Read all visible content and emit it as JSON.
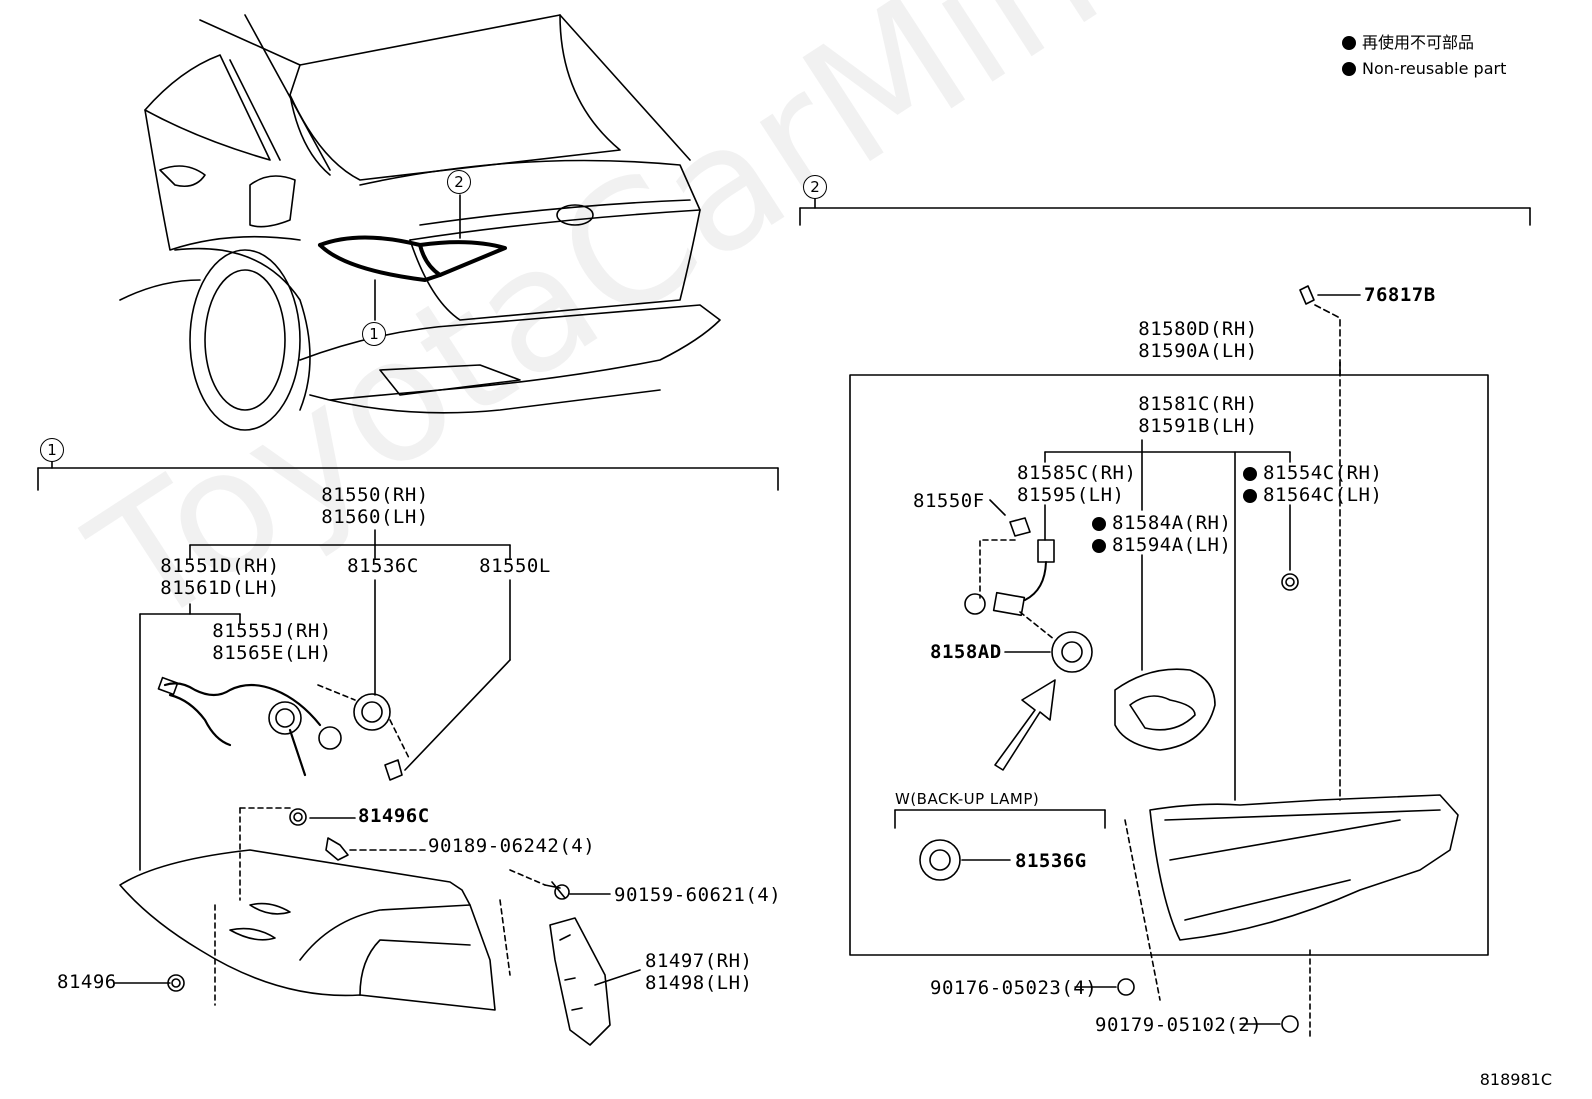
{
  "legend": {
    "jp": "再使用不可部品",
    "en": "Non-reusable part"
  },
  "watermark": "ToyotaCarMine.ru",
  "diagram_ref": "818981C",
  "section_markers": {
    "one": "1",
    "two": "2"
  },
  "section1": {
    "assembly": [
      "81550(RH)",
      "81560(LH)"
    ],
    "lamp_unit": [
      "81551D(RH)",
      "81561D(LH)"
    ],
    "socket": "81536C",
    "bulb": "81550L",
    "wire": [
      "81555J(RH)",
      "81565E(LH)"
    ],
    "nut": "81496C",
    "screw": "90189-06242(4)",
    "bolt": "90159-60621(4)",
    "clip": "81496",
    "bracket": [
      "81497(RH)",
      "81498(LH)"
    ]
  },
  "section2": {
    "cushion": "76817B",
    "assembly": [
      "81580D(RH)",
      "81590A(LH)"
    ],
    "lamp_unit": [
      "81581C(RH)",
      "81591B(LH)"
    ],
    "wire": [
      "81585C(RH)",
      "81595(LH)"
    ],
    "bulb": "81550F",
    "gasket": [
      "81584A(RH)",
      "81594A(LH)"
    ],
    "seal": [
      "81554C(RH)",
      "81564C(LH)"
    ],
    "socket": "8158AD",
    "backup_label": "W(BACK-UP LAMP)",
    "backup_socket": "81536G",
    "screw": "90176-05023(4)",
    "nut": "90179-05102(2)"
  }
}
